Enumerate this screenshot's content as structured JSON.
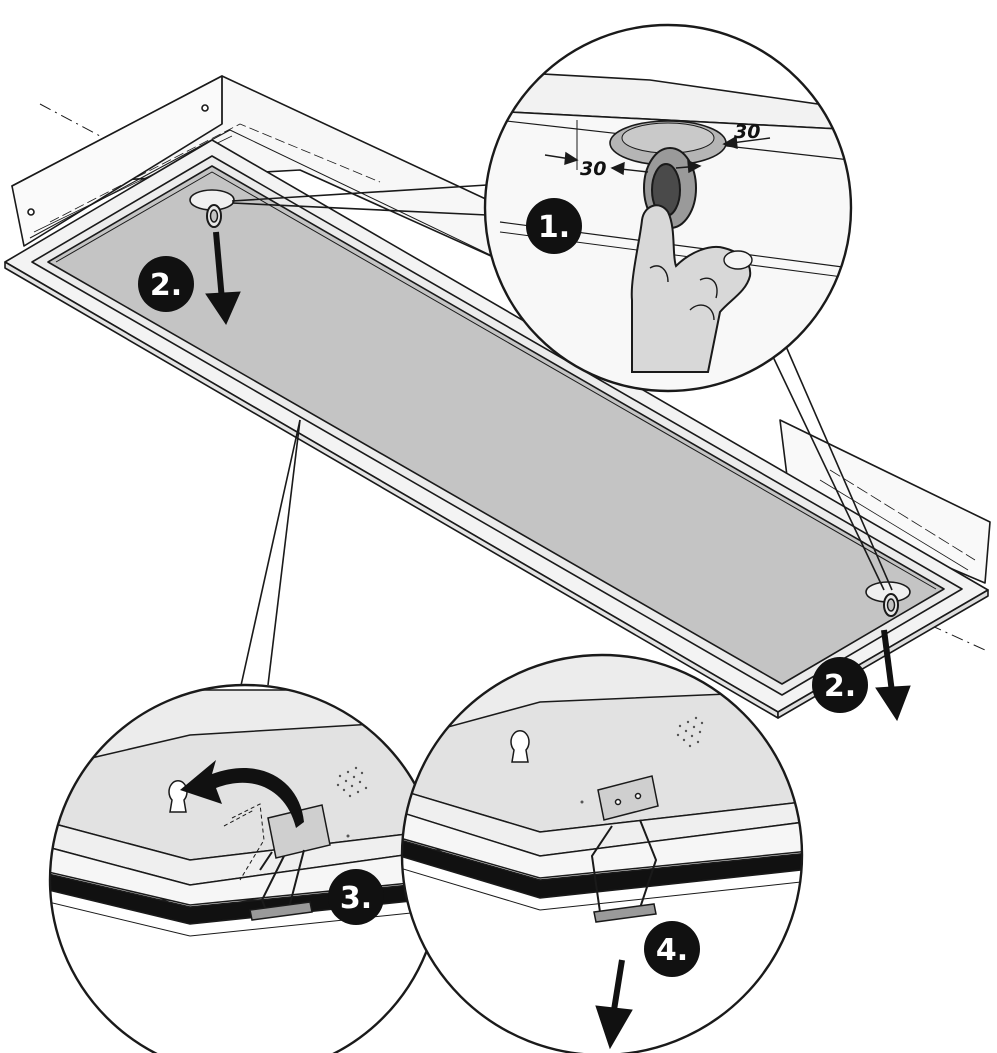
{
  "steps": {
    "step1": "1.",
    "step2a": "2.",
    "step2b": "2.",
    "step3": "3.",
    "step4": "4."
  },
  "dimensions": {
    "left": "30",
    "right": "30"
  },
  "colors": {
    "panel": "#c4c4c4",
    "frame": "#f3f3f3",
    "housing": "#fafafa",
    "line": "#1a1a1a",
    "badge": "#111111",
    "inset_bg": "#ececec",
    "gasket": "#111111"
  }
}
